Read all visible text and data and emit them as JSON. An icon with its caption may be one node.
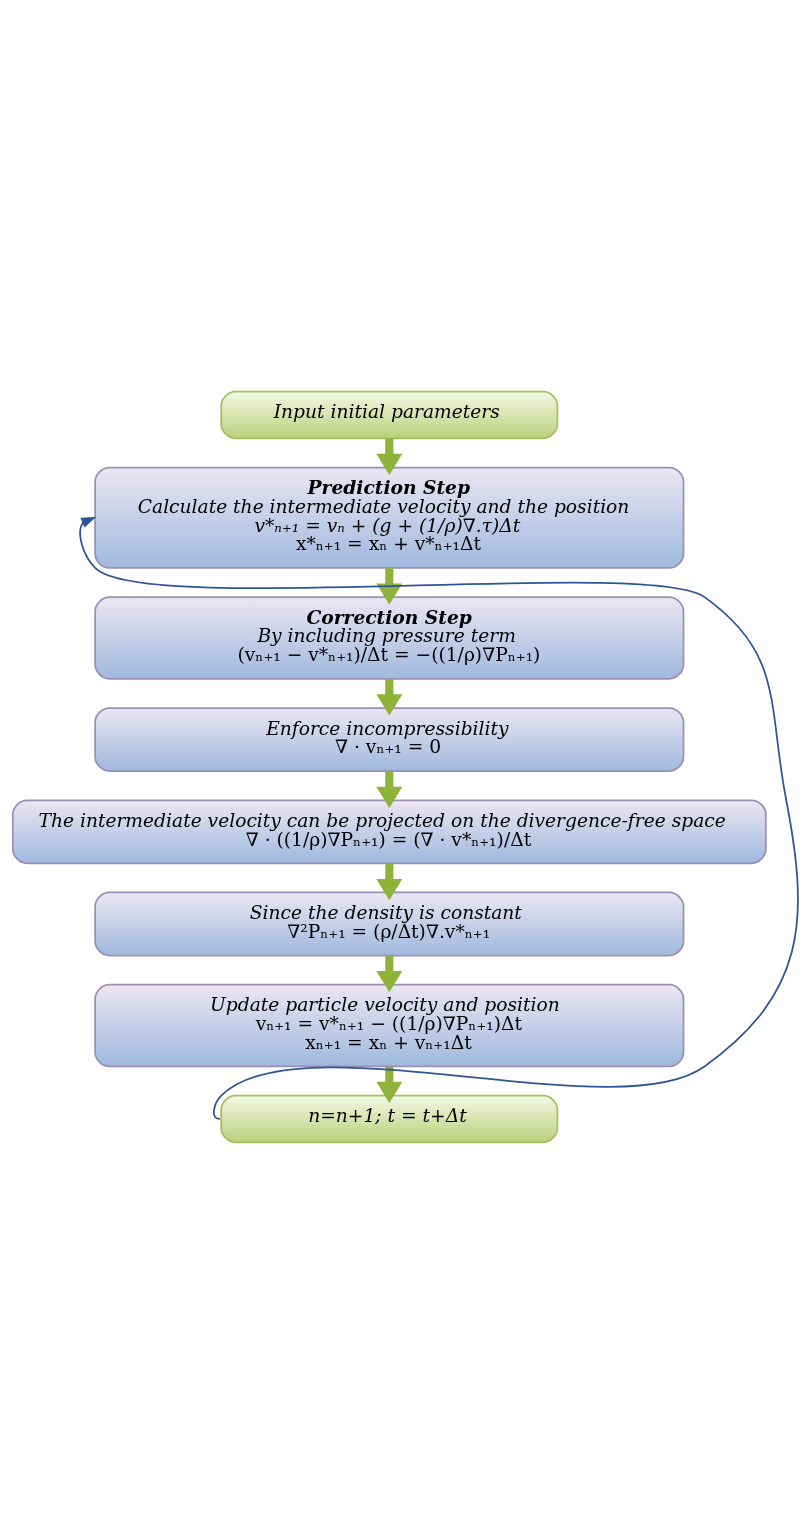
{
  "diagram": {
    "nodes": [
      {
        "text": [
          "Input initial parameters"
        ]
      },
      {
        "text": [
          "Prediction Step",
          "Calculate the intermediate velocity and the position",
          "v*ₙ₊₁ = vₙ + (g + (1/ρ)∇.τ)Δt",
          "x*ₙ₊₁ = xₙ + v*ₙ₊₁Δt"
        ]
      },
      {
        "text": [
          "Correction Step",
          "By including pressure term",
          "(vₙ₊₁ − v*ₙ₊₁)/Δt = −((1/ρ)∇Pₙ₊₁)"
        ]
      },
      {
        "text": [
          "Enforce incompressibility",
          "∇ · vₙ₊₁ = 0"
        ]
      },
      {
        "text": [
          "The intermediate velocity can be projected on the divergence-free space",
          "∇ · ((1/ρ)∇Pₙ₊₁) = (∇ · v*ₙ₊₁)/Δt"
        ]
      },
      {
        "text": [
          "Since the density is constant",
          "∇²Pₙ₊₁ = (ρ/Δt)∇.v*ₙ₊₁"
        ]
      },
      {
        "text": [
          "Update particle velocity and position",
          "vₙ₊₁ = v*ₙ₊₁ − ((1/ρ)∇Pₙ₊₁)Δt",
          "xₙ₊₁ = xₙ + vₙ₊₁Δt"
        ]
      },
      {
        "text": [
          "n=n+1; t = t+Δt"
        ]
      }
    ],
    "edges": [
      {
        "from": 0,
        "to": 1,
        "arrow": "to"
      },
      {
        "from": 1,
        "to": 2,
        "arrow": "to"
      },
      {
        "from": 2,
        "to": 3,
        "arrow": "to"
      },
      {
        "from": 3,
        "to": 4,
        "arrow": "to"
      },
      {
        "from": 4,
        "to": 5,
        "arrow": "to"
      },
      {
        "from": 5,
        "to": 6,
        "arrow": "to"
      },
      {
        "from": 6,
        "to": 7,
        "arrow": "to"
      },
      {
        "from": 7,
        "to": 1,
        "arrow": "to",
        "color": "#2f5597"
      }
    ]
  }
}
